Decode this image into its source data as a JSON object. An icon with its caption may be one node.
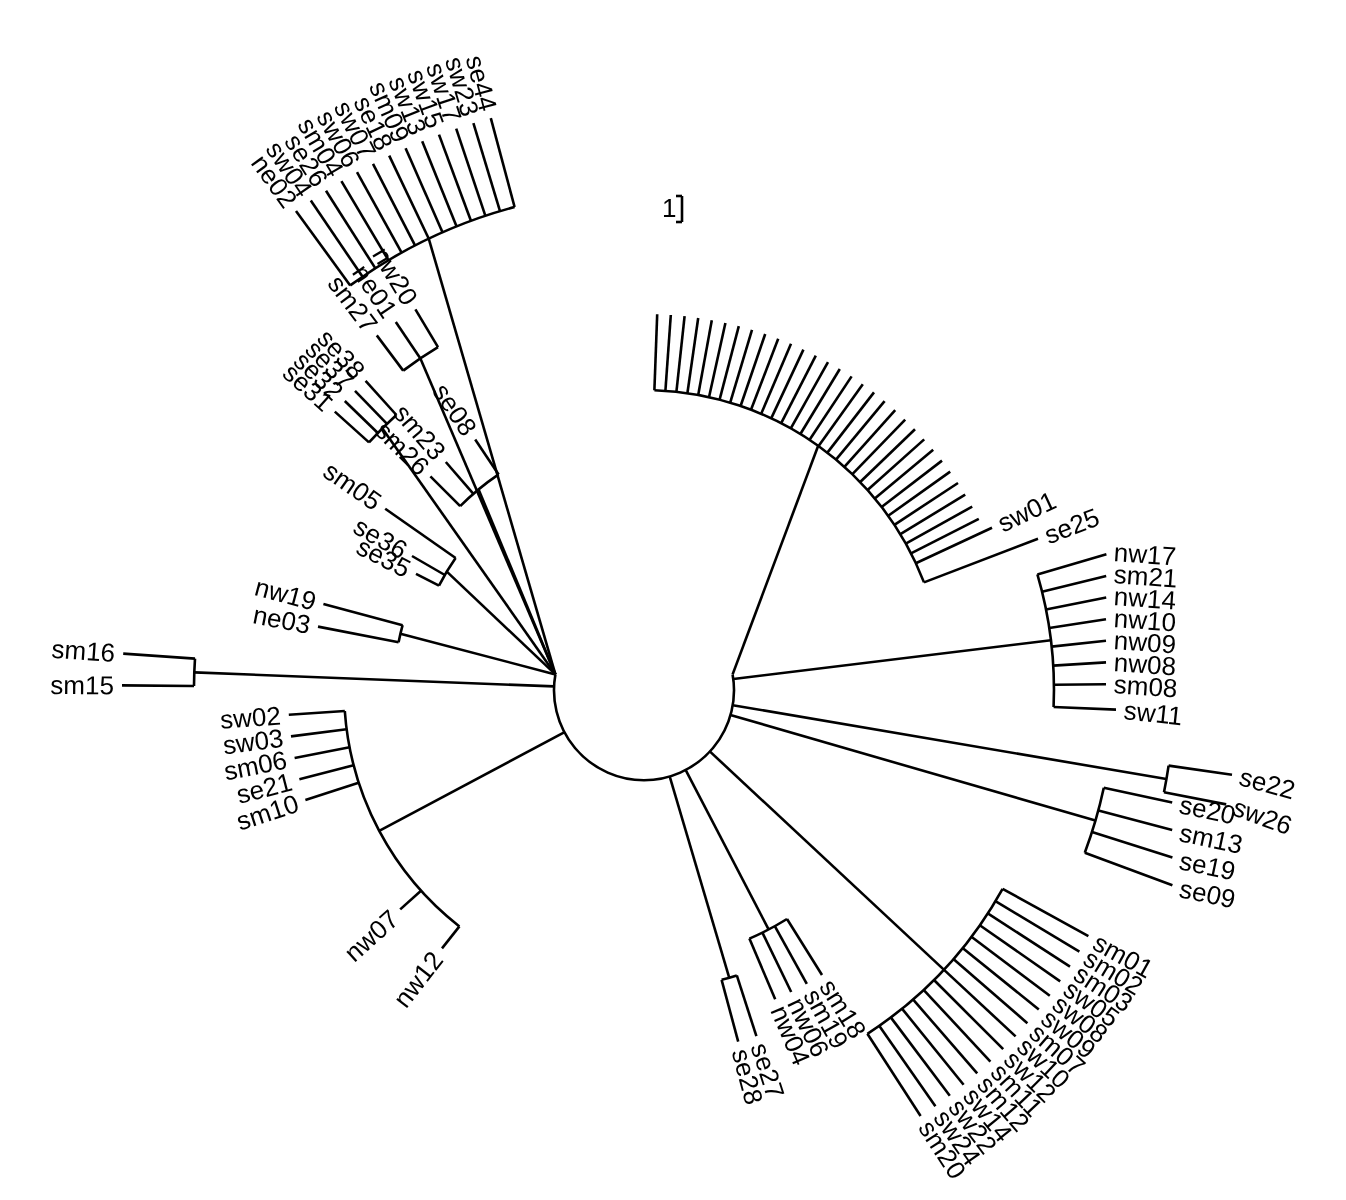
{
  "diagram": {
    "labels": [
      "se44",
      "sw23",
      "sw17",
      "sw15",
      "sw13",
      "sm09",
      "se18",
      "sw07",
      "sw06",
      "sm04",
      "se26",
      "sw04",
      "ne02",
      "nw20",
      "ne01",
      "sm27",
      "se38",
      "se37",
      "se32",
      "se31",
      "se08",
      "sm23",
      "sm26",
      "sm05",
      "se36",
      "se35",
      "nw19",
      "ne03",
      "sm16",
      "sm15",
      "sw02",
      "sw03",
      "sm06",
      "se21",
      "sm10",
      "nw07",
      "nw12",
      "1",
      "sw01",
      "se25",
      "nw17",
      "sm21",
      "nw14",
      "nw10",
      "nw09",
      "nw08",
      "sm08",
      "sw11",
      "se22",
      "sw26",
      "se20",
      "sm13",
      "se19",
      "se09",
      "sm01",
      "sm02",
      "sm03",
      "sw05",
      "sw08",
      "sw09",
      "sm07",
      "sw10",
      "sw12",
      "sm11",
      "sm12",
      "sw14",
      "sw22",
      "sw24",
      "sm20",
      "sm18",
      "sm19",
      "nw06",
      "nw04",
      "se27",
      "se28"
    ]
  }
}
